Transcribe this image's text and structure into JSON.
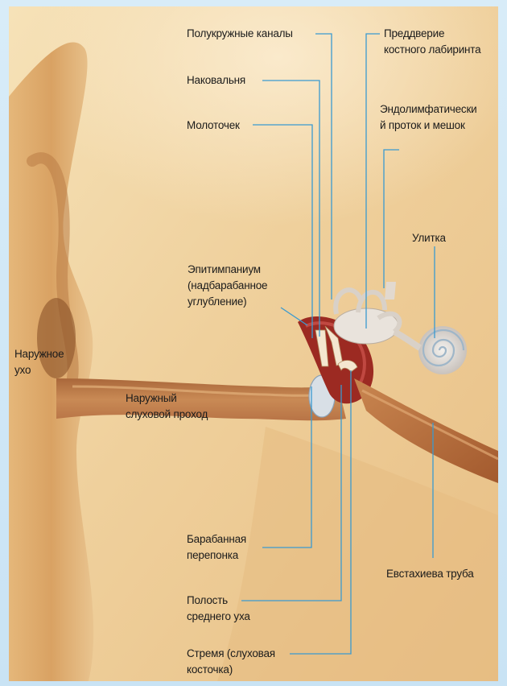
{
  "labels": {
    "semicircular_canals": "Полукружные каналы",
    "vestibule": "Преддверие\nкостного лабиринта",
    "incus": "Наковальня",
    "endolymphatic": "Эндолимфатически\nй проток и мешок",
    "malleus": "Молоточек",
    "cochlea": "Улитка",
    "epitympanum": "Эпитимпаниум\n(надбарабанное\nуглубление)",
    "outer_ear": "Наружное\nухо",
    "ear_canal": "Наружный\nслуховой проход",
    "eardrum": "Барабанная\nперепонка",
    "eustachian": "Евстахиева труба",
    "middle_ear": "Полость\nсреднего уха",
    "stapes": "Стремя (слуховая\nкосточка)"
  },
  "colors": {
    "leader_line": "#3a9ad0",
    "frame": "#cfe6f5",
    "skin_light": "#f1d9a8",
    "skin_mid": "#e2b677",
    "skin_dark": "#c98b4f",
    "tissue_red": "#9c2a22"
  }
}
